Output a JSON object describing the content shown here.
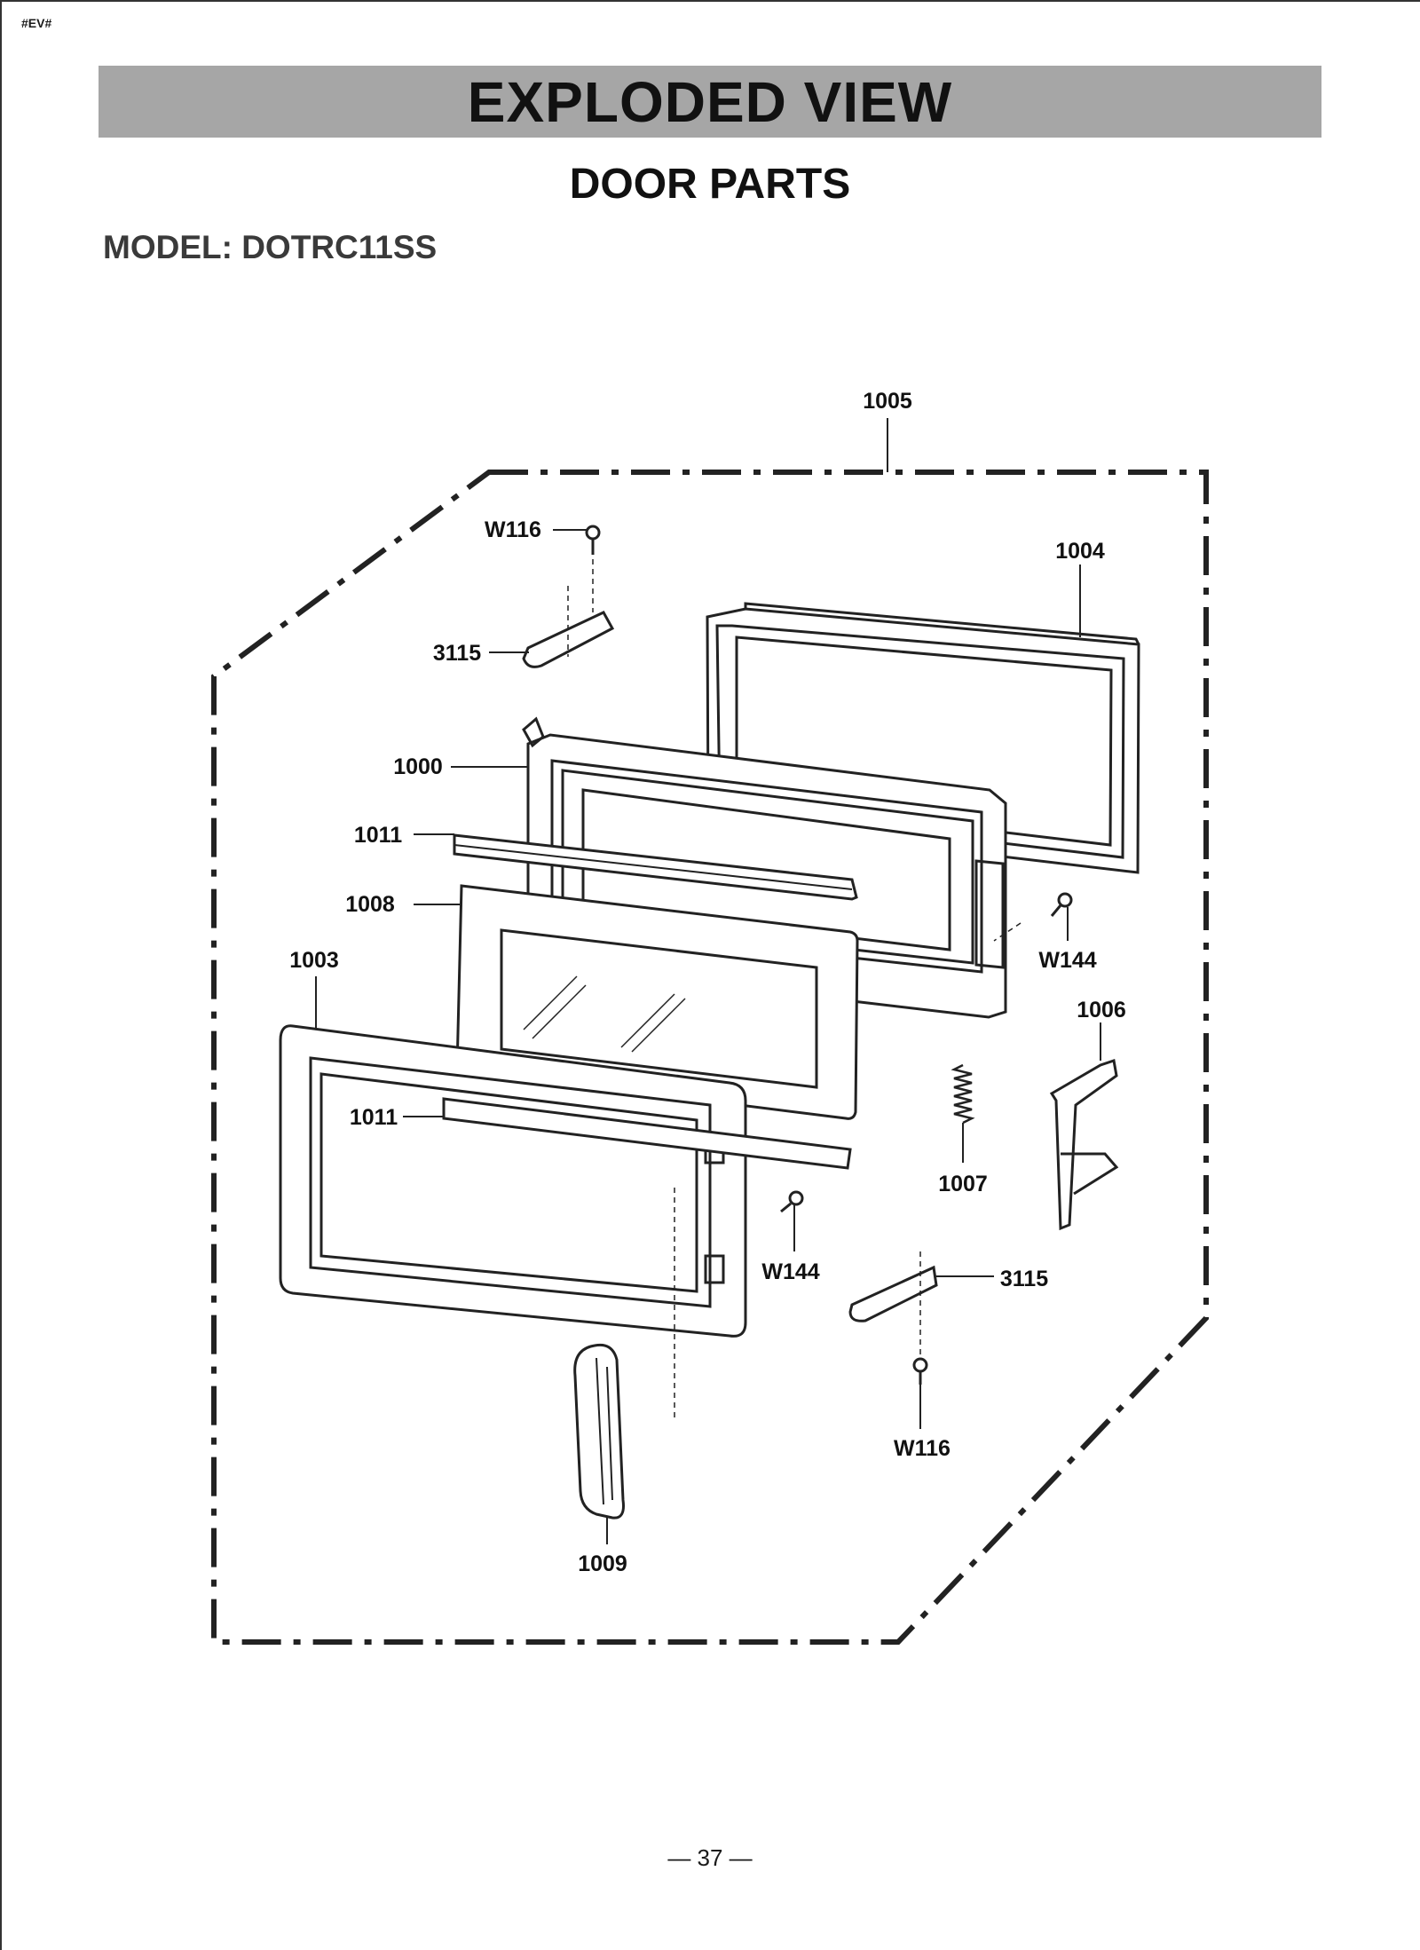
{
  "header": {
    "corner_tag": "#EV#",
    "title": "EXPLODED VIEW",
    "subtitle": "DOOR PARTS",
    "model": "MODEL: DOTRC11SS"
  },
  "callouts": {
    "c1005": "1005",
    "c1004": "1004",
    "cW116_top": "W116",
    "c3115_top": "3115",
    "c1000": "1000",
    "c1011_top": "1011",
    "c1008": "1008",
    "c1003": "1003",
    "cW144_right": "W144",
    "c1006": "1006",
    "c1011_bottom": "1011",
    "c1007": "1007",
    "cW144_center": "W144",
    "c3115_bottom": "3115",
    "cW116_bottom": "W116",
    "c1009": "1009"
  },
  "footer": {
    "page_number": "— 37 —"
  },
  "colors": {
    "title_bar": "#a6a6a6",
    "ink": "#1a1a1a"
  }
}
